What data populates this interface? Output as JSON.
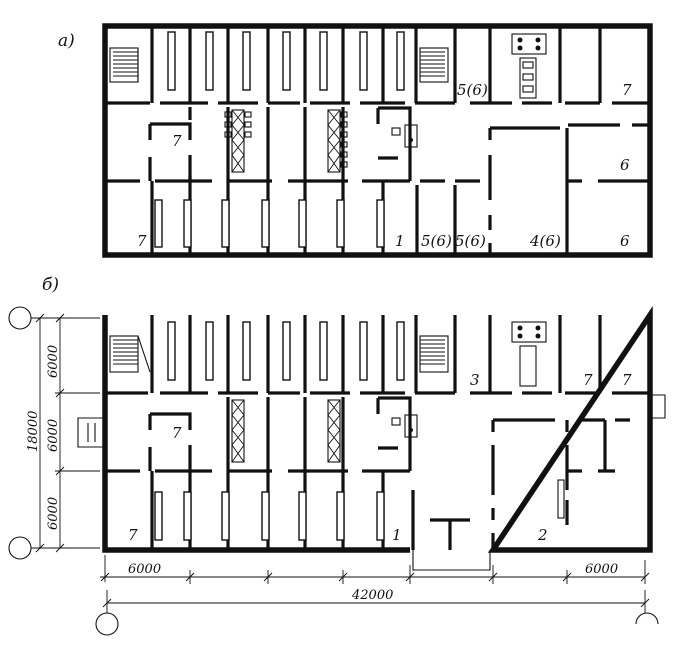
{
  "panels": {
    "a": "а)",
    "b": "б)"
  },
  "plan_a": {
    "rooms": {
      "r7_top_right": "7",
      "r5_6_top": "5(6)",
      "r7_center": "7",
      "r6_mid_right": "6",
      "r7_bottom_left": "7",
      "r1_bottom": "1",
      "r5_6_b1": "5(6)",
      "r5_6_b2": "5(6)",
      "r4_6": "4(6)",
      "r6_bottom_right": "6"
    }
  },
  "plan_b": {
    "rooms": {
      "r3": "3",
      "r7_top_a": "7",
      "r7_top_b": "7",
      "r7_center": "7",
      "r7_bottom_left": "7",
      "r1": "1",
      "r2": "2"
    },
    "dimensions": {
      "bay_left": "6000",
      "bay_right": "6000",
      "total_length": "42000",
      "row_top": "6000",
      "row_mid": "6000",
      "row_bottom": "6000",
      "total_width": "18000"
    }
  }
}
